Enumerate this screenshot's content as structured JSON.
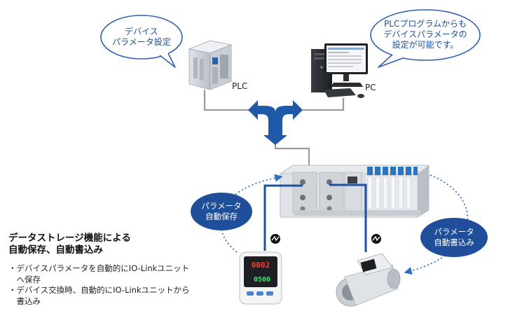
{
  "labels": {
    "plc": "PLC",
    "pc": "PC"
  },
  "bubbles": {
    "left": [
      "デバイス",
      "パラメータ設定"
    ],
    "right": [
      "PLCプログラムからも",
      "デバイスパラメータの",
      "設定が可能です。"
    ]
  },
  "badges": {
    "auto_save": [
      "パラメータ",
      "自動保存"
    ],
    "auto_write": [
      "パラメータ",
      "自動書込み"
    ]
  },
  "heading": [
    "データストレージ機能による",
    "自動保存、自動書込み"
  ],
  "bullets": [
    [
      "・デバイスパラメータを自動的にIO-Linkユニット",
      "　へ保存"
    ],
    [
      "・デバイス交換時、自動的にIO-Linkユニットから",
      "　書込み"
    ]
  ],
  "sensor_display": {
    "top_value": "0002",
    "bottom_value": "0500"
  },
  "colors": {
    "bubble_border": "#2f5fae",
    "badge_fill": "#1f4f9a",
    "arrow_fill": "#1f5aa8",
    "cable": "#1f4fa0",
    "network_line": "#9a9a9a",
    "dotted_arrow": "#2f6fbf"
  }
}
